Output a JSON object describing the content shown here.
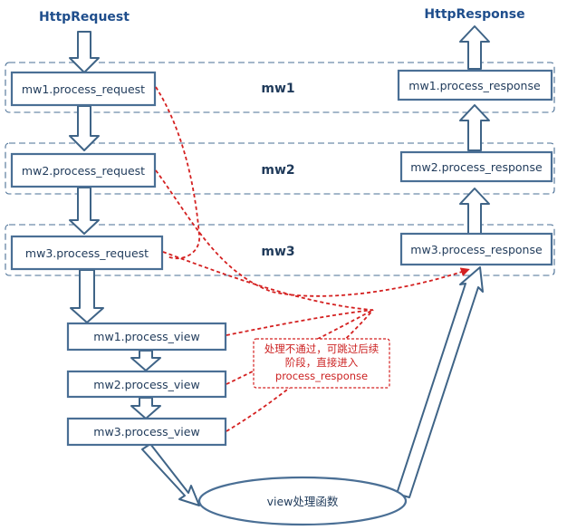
{
  "title_request": "HttpRequest",
  "title_response": "HttpResponse",
  "layers": [
    {
      "label": "mw1",
      "request": "mw1.process_request",
      "response": "mw1.process_response"
    },
    {
      "label": "mw2",
      "request": "mw2.process_request",
      "response": "mw2.process_response"
    },
    {
      "label": "mw3",
      "request": "mw3.process_request",
      "response": "mw3.process_response"
    }
  ],
  "views": [
    "mw1.process_view",
    "mw2.process_view",
    "mw3.process_view"
  ],
  "view_function": "view处理函数",
  "note": {
    "line1": "处理不通过，可跳过后续",
    "line2": "阶段，直接进入",
    "line3": "process_response"
  },
  "colors": {
    "line": "#4a6f95",
    "highlight": "#d42020",
    "text": "#1f3a5a"
  }
}
